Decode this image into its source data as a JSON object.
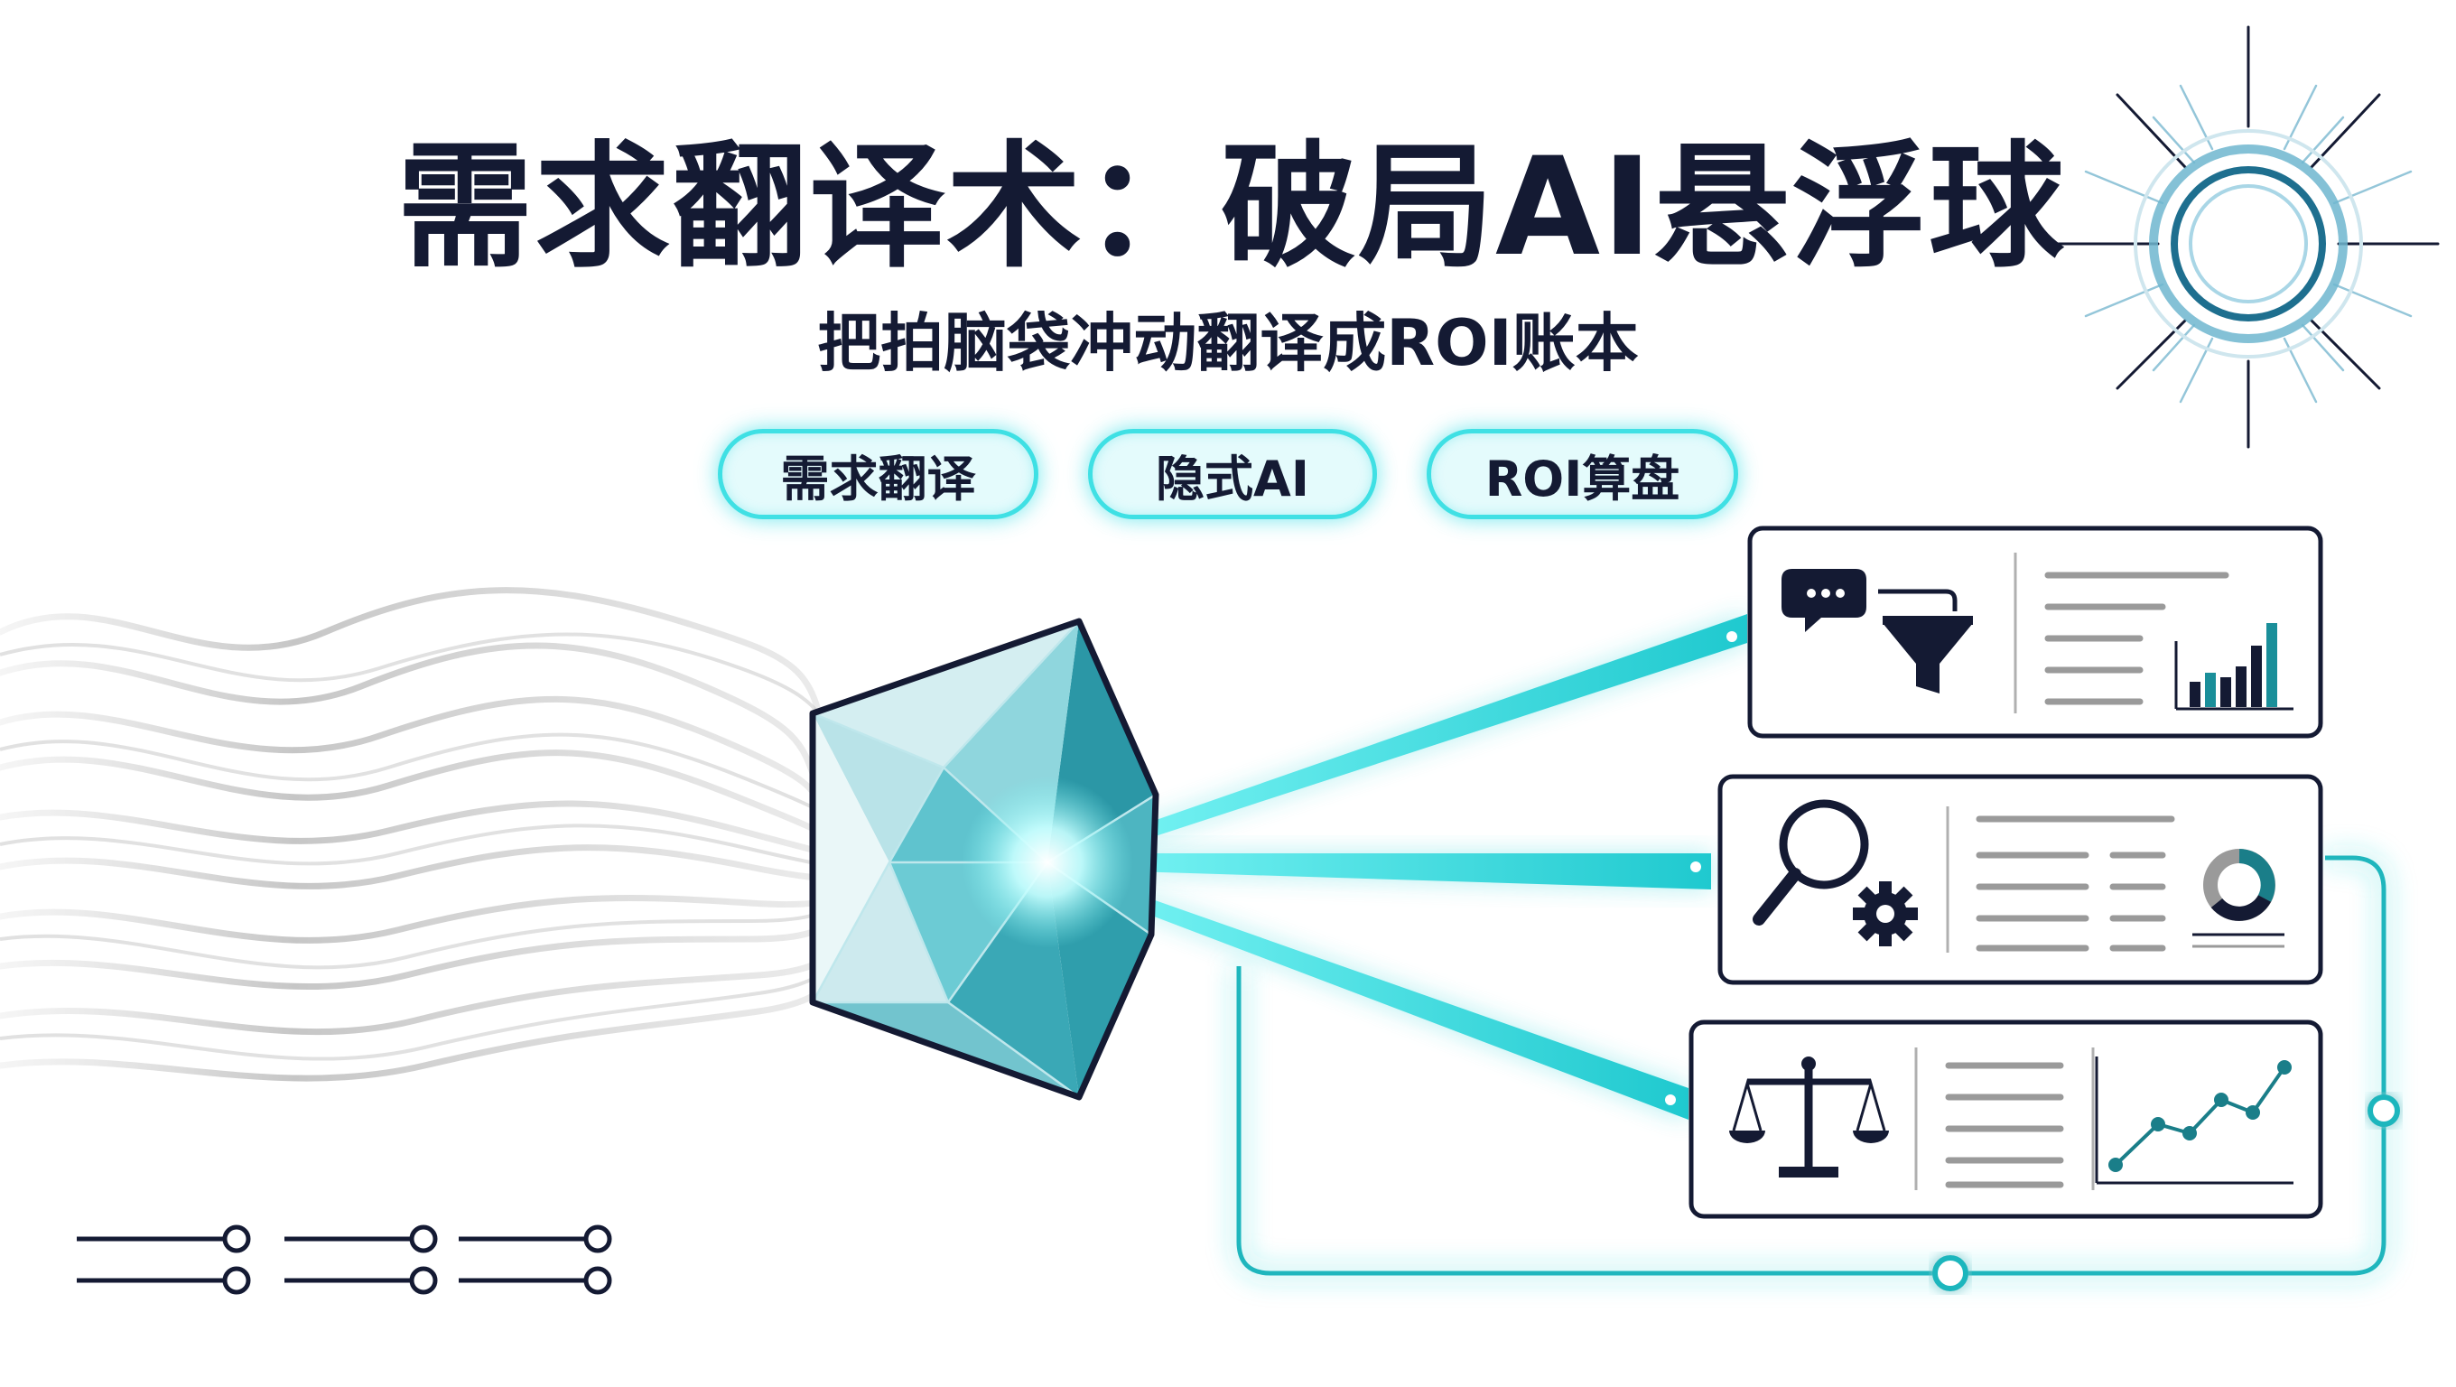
{
  "header": {
    "title": "需求翻译术：破局AI悬浮球",
    "subtitle": "把拍脑袋冲动翻译成ROI账本"
  },
  "tags": [
    {
      "label": "需求翻译"
    },
    {
      "label": "隐式AI"
    },
    {
      "label": "ROI算盘"
    }
  ],
  "panels": [
    {
      "icons": [
        "chat-bubble-icon",
        "funnel-icon",
        "bar-chart-icon"
      ]
    },
    {
      "icons": [
        "magnifier-icon",
        "gear-icon",
        "donut-chart-icon"
      ]
    },
    {
      "icons": [
        "balance-scale-icon",
        "line-chart-icon"
      ]
    }
  ],
  "colors": {
    "ink": "#141a33",
    "accent": "#27d3d8",
    "accent_dark": "#1a9ea6",
    "pill_fill": "#e4fbfc",
    "gray_line": "#9a9a9a",
    "crystal": "#7fcfd8"
  }
}
